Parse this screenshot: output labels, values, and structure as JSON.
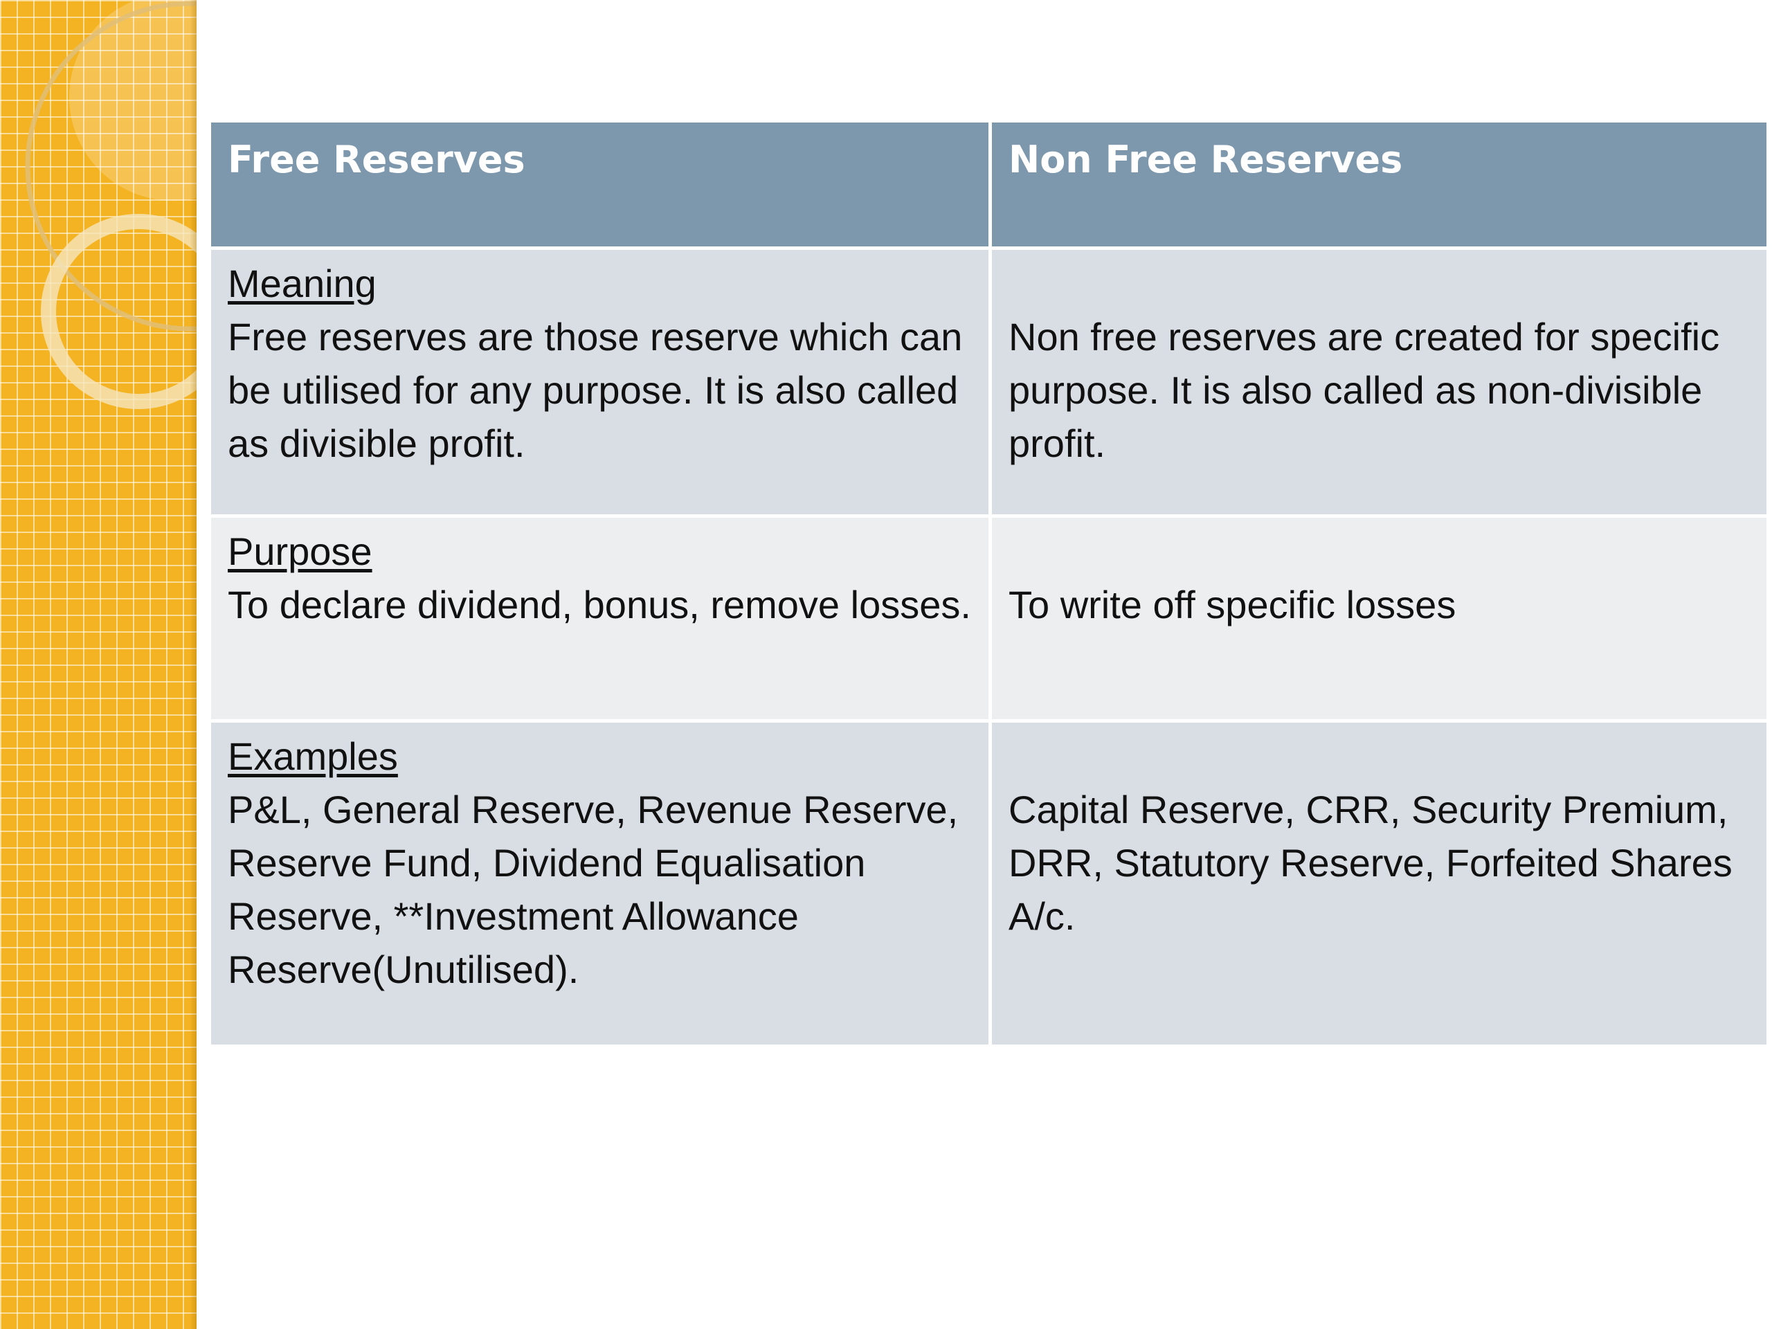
{
  "table": {
    "headers": [
      "Free Reserves",
      "Non Free Reserves"
    ],
    "rows": [
      {
        "label": "Meaning",
        "free": "Free reserves are those reserve which can be utilised for any purpose. It is also called as divisible profit.",
        "non_free": "Non free reserves are created for specific purpose. It is also called as non-divisible profit."
      },
      {
        "label": "Purpose",
        "free": "To declare dividend, bonus, remove losses.",
        "non_free": "To write off specific losses"
      },
      {
        "label": "Examples",
        "free": "P&L, General Reserve, Revenue Reserve, Reserve Fund, Dividend Equalisation Reserve, **Investment Allowance Reserve(Unutilised).",
        "non_free": "Capital Reserve, CRR, Security Premium, DRR, Statutory Reserve, Forfeited Shares A/c."
      }
    ]
  },
  "colors": {
    "header_bg": "#7d97ad",
    "row_dark": "#d9dee4",
    "row_light": "#eceef0",
    "strip": "#f4b322"
  }
}
